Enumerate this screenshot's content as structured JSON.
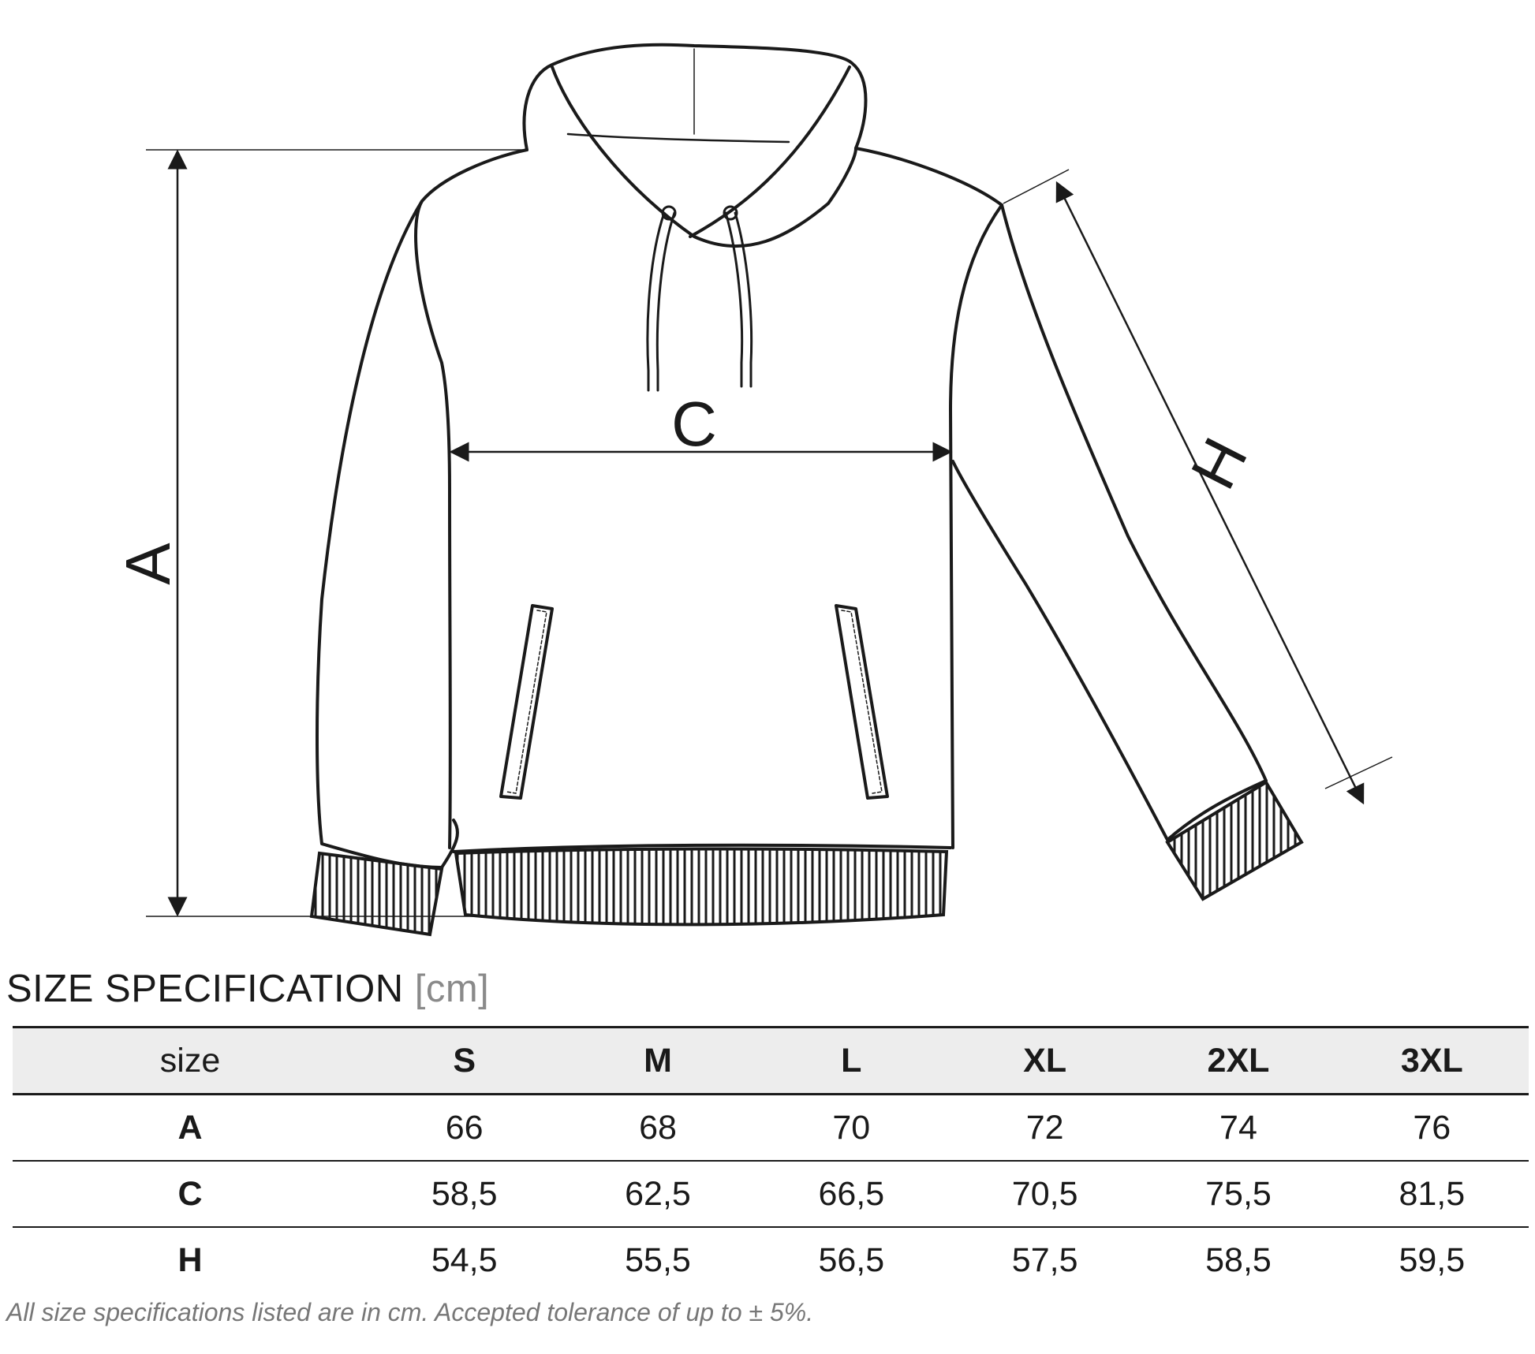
{
  "diagram": {
    "labels": {
      "a": "A",
      "c": "C",
      "h": "H"
    }
  },
  "spec": {
    "title": "SIZE SPECIFICATION",
    "unit": "[cm]",
    "header_label": "size",
    "sizes": [
      "S",
      "M",
      "L",
      "XL",
      "2XL",
      "3XL"
    ],
    "rows": [
      {
        "label": "A",
        "values": [
          "66",
          "68",
          "70",
          "72",
          "74",
          "76"
        ]
      },
      {
        "label": "C",
        "values": [
          "58,5",
          "62,5",
          "66,5",
          "70,5",
          "75,5",
          "81,5"
        ]
      },
      {
        "label": "H",
        "values": [
          "54,5",
          "55,5",
          "56,5",
          "57,5",
          "58,5",
          "59,5"
        ]
      }
    ],
    "footnote": "All size specifications listed are in cm. Accepted tolerance of up to ± 5%."
  },
  "colors": {
    "ink": "#1a1a1a",
    "header_bg": "#ededed",
    "muted": "#8a8a8a"
  }
}
